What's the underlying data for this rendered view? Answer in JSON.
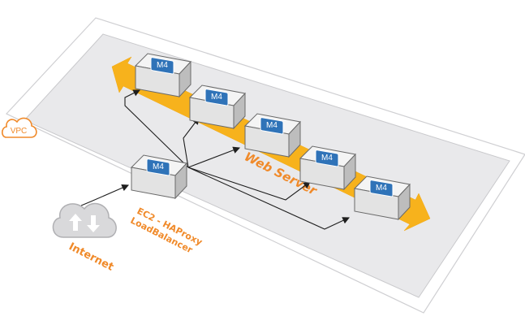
{
  "vpc": {
    "label": "VPC"
  },
  "web_tier": {
    "label": "Web Server"
  },
  "load_balancer": {
    "label_line1": "EC2 - HAProxy",
    "label_line2": "LoadBalancer",
    "instance_label": "M4"
  },
  "internet": {
    "label": "Internet"
  },
  "web_servers": [
    {
      "instance_label": "M4"
    },
    {
      "instance_label": "M4"
    },
    {
      "instance_label": "M4"
    },
    {
      "instance_label": "M4"
    },
    {
      "instance_label": "M4"
    }
  ],
  "colors": {
    "accent_orange": "#f08a2a",
    "band_yellow": "#f7b21c",
    "tile_blue": "#2f73b8",
    "vpc_fill": "#e9e9eb",
    "vpc_border": "#c9c9cc"
  }
}
